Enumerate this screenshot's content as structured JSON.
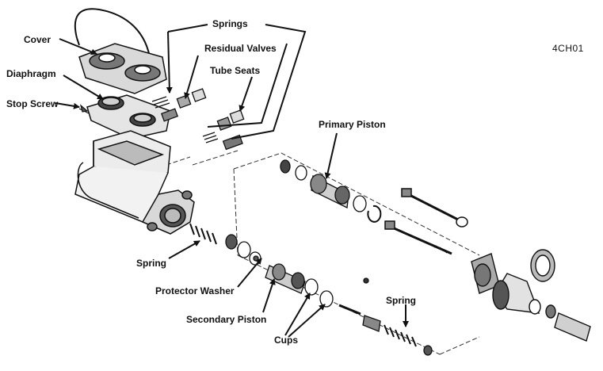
{
  "figure_code": "4CH01",
  "labels": {
    "cover": "Cover",
    "springs": "Springs",
    "residual_valves": "Residual Valves",
    "tube_seats": "Tube Seats",
    "diaphragm": "Diaphragm",
    "stop_screw": "Stop Screw",
    "primary_piston": "Primary Piston",
    "spring_left": "Spring",
    "protector_washer": "Protector Washer",
    "secondary_piston": "Secondary Piston",
    "cups": "Cups",
    "spring_right": "Spring"
  }
}
